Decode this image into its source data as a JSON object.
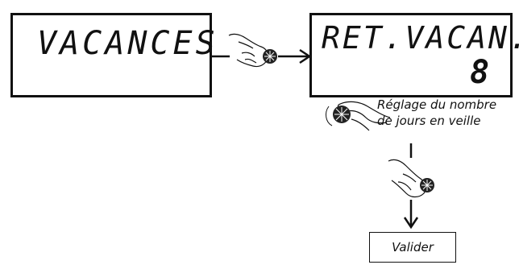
{
  "screens": {
    "vacances": {
      "text": "VACANCES"
    },
    "ret_vacan": {
      "text": "RET.VACAN.",
      "days": "8",
      "icon": "suitcase-icon"
    }
  },
  "labels": {
    "adjust_line1": "Réglage du nombre",
    "adjust_line2": "de jours en veille"
  },
  "validate_box": {
    "label": "Valider"
  },
  "icons": [
    "hand-press-icon",
    "hand-rotate-icon",
    "knob-icon",
    "suitcase-icon"
  ]
}
